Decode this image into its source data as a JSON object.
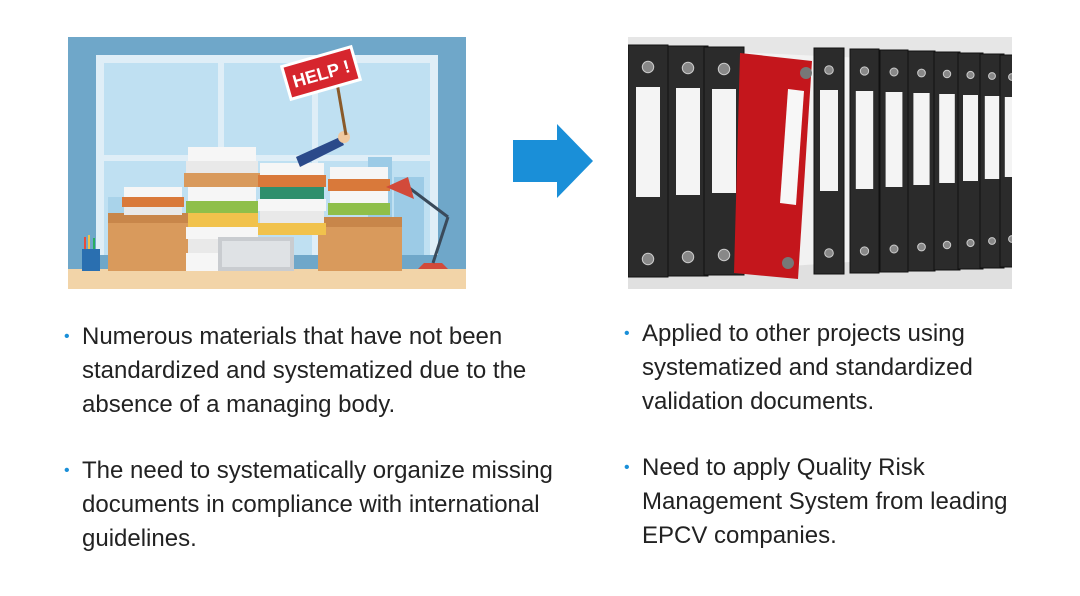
{
  "left_image": {
    "sign_text": "HELP !"
  },
  "arrow": {
    "icon": "right-arrow-icon",
    "color": "#1a8fd8"
  },
  "left_bullets": [
    "Numerous materials that have not been standardized and systematized due to the absence of a managing body.",
    "The need to systematically organize missing documents in compliance with international guidelines."
  ],
  "right_bullets": [
    "Applied to other projects using systematized and standardized validation documents.",
    "Need to apply Quality Risk Management System from leading EPCV companies."
  ],
  "bullet_glyph": "•"
}
